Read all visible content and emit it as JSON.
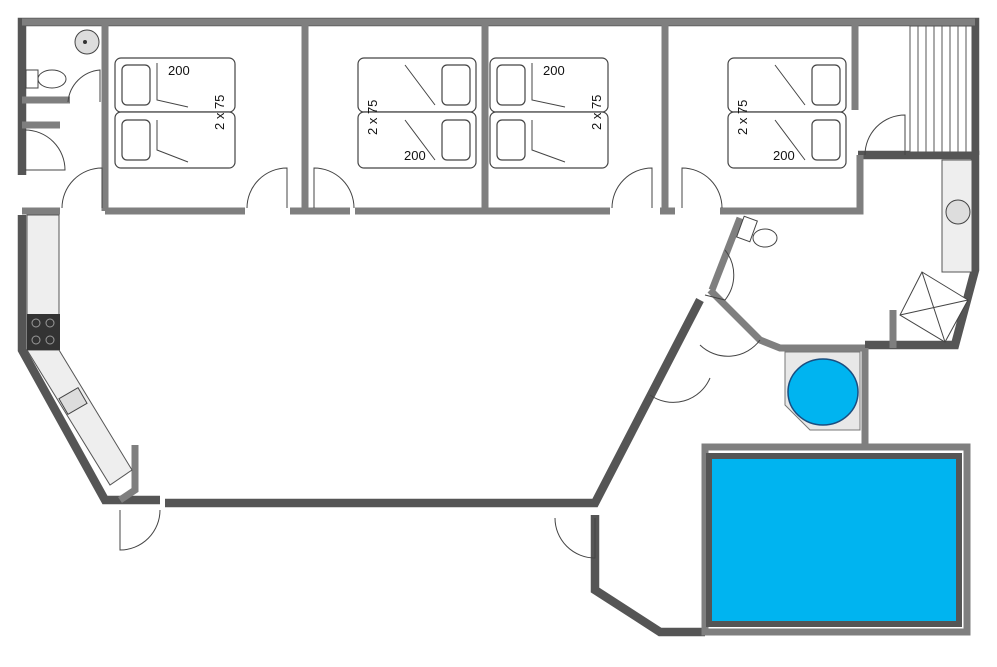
{
  "title": "Floor plan",
  "bedrooms": [
    {
      "length": "200",
      "width": "2 x 75"
    },
    {
      "length": "200",
      "width": "2 x 75"
    },
    {
      "length": "200",
      "width": "2 x 75"
    },
    {
      "length": "200",
      "width": "2 x 75"
    }
  ],
  "colors": {
    "wall": "#7f7f7f",
    "water": "#00b4f0",
    "stove": "#333333"
  }
}
